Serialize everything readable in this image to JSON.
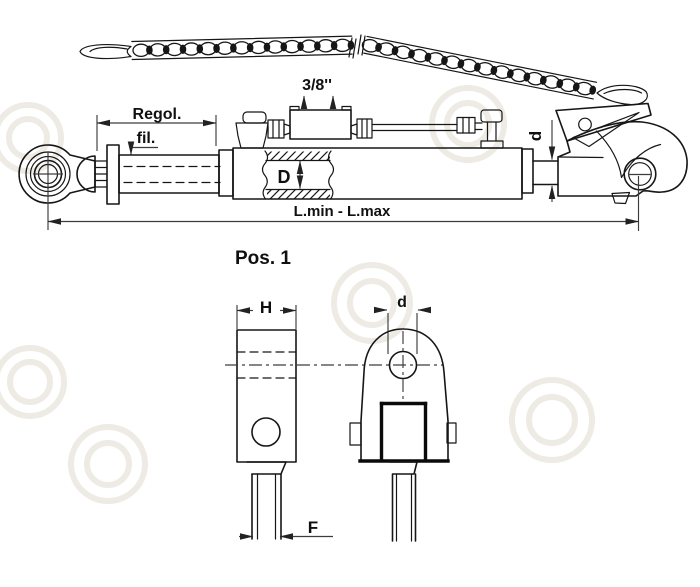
{
  "figure": {
    "type": "technical-drawing",
    "subject": "hydraulic top link with ball joint, claw hook and release chain",
    "labels": {
      "port": "3/8''",
      "adjust": "Regol.",
      "thread": "fil.",
      "bore": "D",
      "rod": "d",
      "length": "L.min - L.max",
      "pos": "Pos. 1",
      "width_h": "H",
      "hole_d": "d",
      "shaft_f": "F"
    },
    "colors": {
      "ink": "#161616",
      "paper": "#ffffff",
      "watermark": "#eeebe5"
    }
  }
}
